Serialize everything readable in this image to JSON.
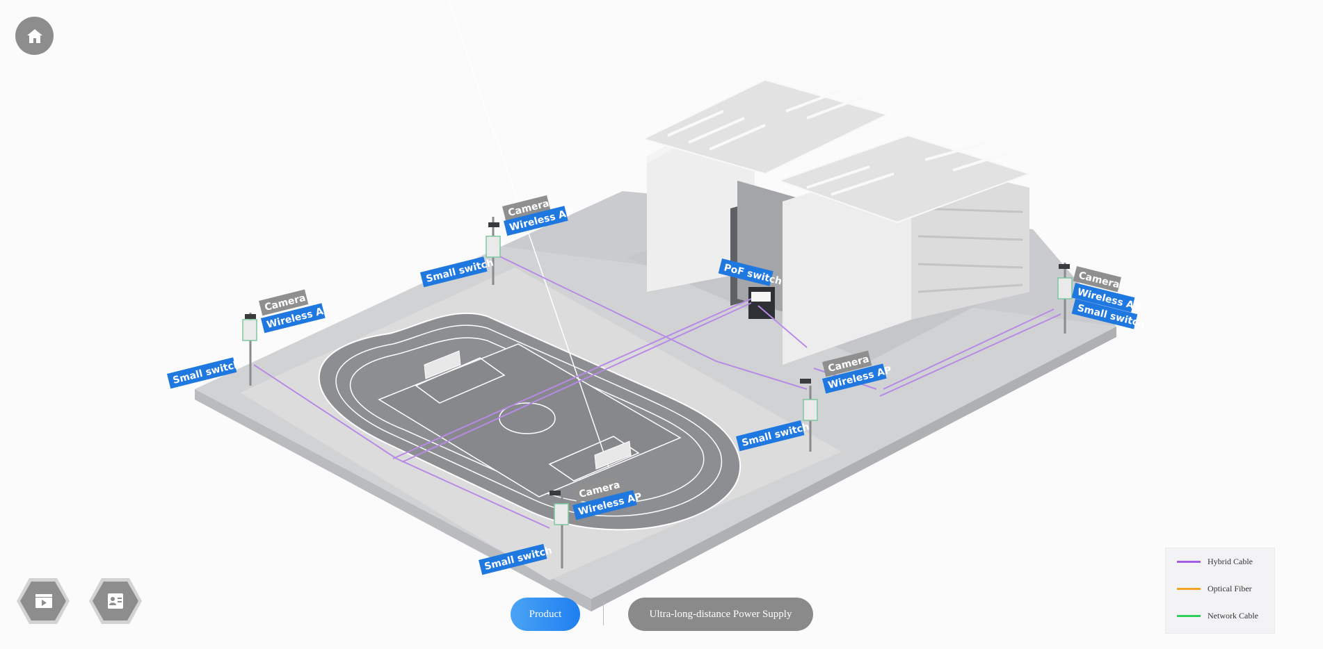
{
  "scene": {
    "labels": {
      "camera": "Camera",
      "wireless_ap": "Wireless AP",
      "small_switch": "Small switch",
      "pof_switch": "PoF switch"
    }
  },
  "nav": {
    "home_icon": "home-icon",
    "video_icon": "video-icon",
    "contact_icon": "contact-card-icon"
  },
  "footer": {
    "product_label": "Product",
    "power_label": "Ultra-long-distance Power Supply"
  },
  "legend": {
    "items": [
      {
        "label": "Hybrid Cable",
        "color": "#a25ee0"
      },
      {
        "label": "Optical Fiber",
        "color": "#f2a324"
      },
      {
        "label": "Network Cable",
        "color": "#2ed05a"
      }
    ]
  },
  "colors": {
    "label_blue": "#1e78e0",
    "label_gray": "#8f8f8f",
    "hybrid": "#a25ee0"
  }
}
